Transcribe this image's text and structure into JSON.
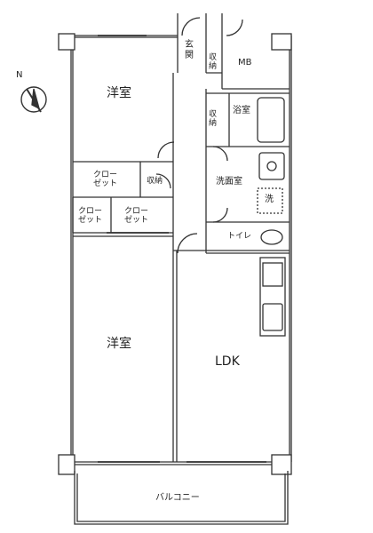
{
  "north_label": "N",
  "rooms": {
    "bedroom_top": "洋室",
    "bedroom_bottom": "洋室",
    "ldk": "LDK",
    "genkan_line1": "玄",
    "genkan_line2": "関",
    "storage_top_line1": "収",
    "storage_top_line2": "納",
    "storage_mid_line1": "収",
    "storage_mid_line2": "納",
    "mb": "MB",
    "bathroom": "浴室",
    "washroom": "洗面室",
    "washer": "洗",
    "toilet": "トイレ",
    "storage_left": "収納",
    "closet_a_line1": "クロー",
    "closet_a_line2": "ゼット",
    "closet_b_line1": "クロー",
    "closet_b_line2": "ゼット",
    "closet_c_line1": "クロー",
    "closet_c_line2": "ゼット",
    "balcony": "バルコニー"
  }
}
